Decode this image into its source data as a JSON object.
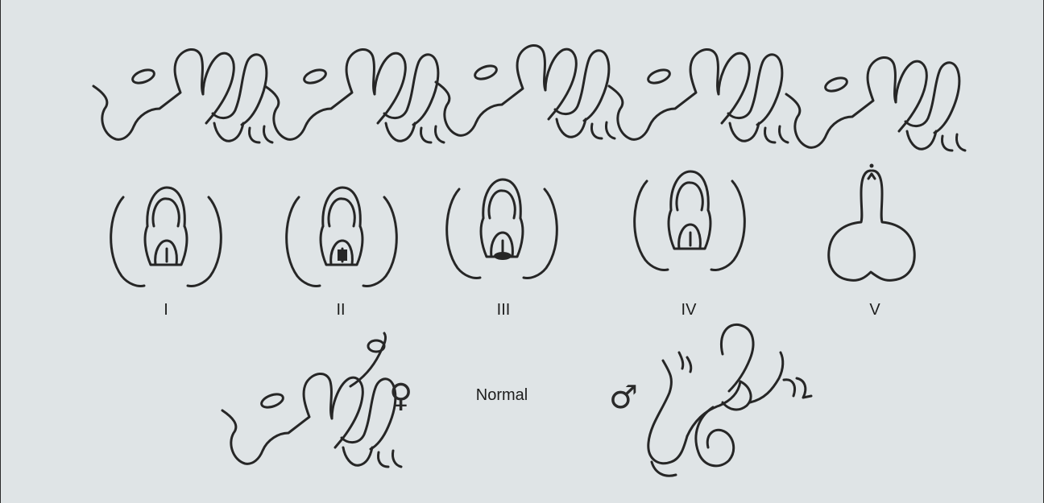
{
  "stage_labels": [
    "I",
    "II",
    "III",
    "IV",
    "V"
  ],
  "normal_label": "Normal",
  "female_symbol": "♀",
  "male_symbol": "♂"
}
